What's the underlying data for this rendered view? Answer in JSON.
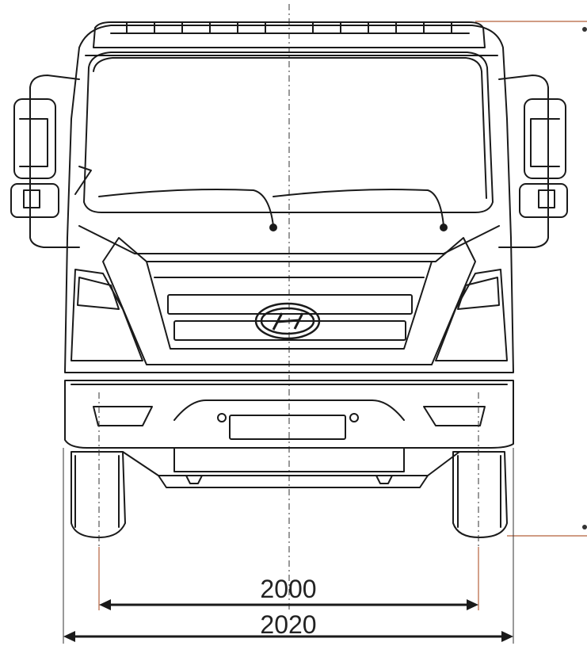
{
  "drawing": {
    "subject": "truck-front-elevation",
    "line_color": "#1a1a1a",
    "dimension_line_color": "#b5603b",
    "background_color": "#ffffff"
  },
  "dimensions": {
    "track_width": "2000",
    "overall_width": "2020"
  }
}
